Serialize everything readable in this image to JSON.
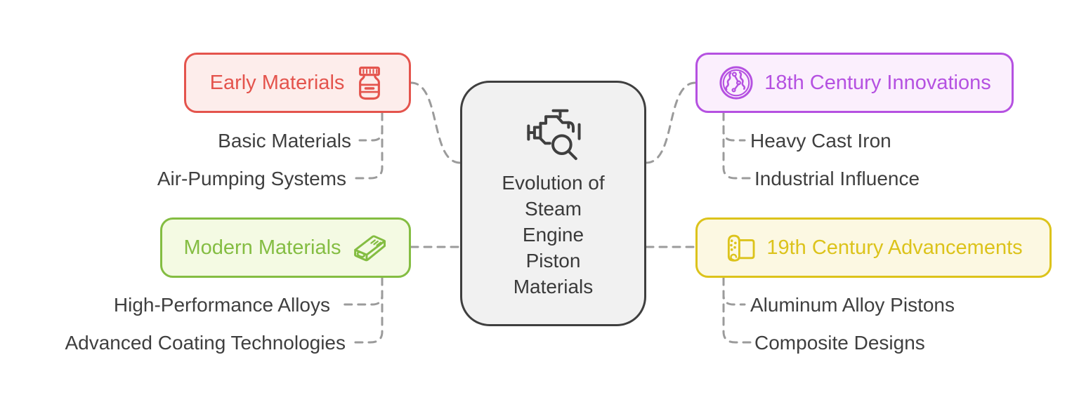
{
  "diagram": {
    "type": "mindmap",
    "connector_color": "#9b9b9b",
    "connector_style": "dashed"
  },
  "center": {
    "label": "Evolution of\nSteam\nEngine\nPiston\nMaterials",
    "icon": "engine-diagnostics-icon",
    "colors": {
      "background": "#f1f1f1",
      "border": "#3f3f3f",
      "text": "#3a3a3a"
    }
  },
  "branches": {
    "early": {
      "label": "Early Materials",
      "icon": "material-jar-icon",
      "colors": {
        "accent": "#e4544d",
        "background": "#fdedeb"
      },
      "children": {
        "c1": "Basic Materials",
        "c2": "Air-Pumping Systems"
      }
    },
    "innovations": {
      "label": "18th Century Innovations",
      "icon": "microbe-innovation-icon",
      "colors": {
        "accent": "#b551e1",
        "background": "#fbeffd"
      },
      "children": {
        "c1": "Heavy Cast Iron",
        "c2": "Industrial Influence"
      }
    },
    "modern": {
      "label": "Modern Materials",
      "icon": "metal-ingot-icon",
      "colors": {
        "accent": "#84bd42",
        "background": "#f4fae3"
      },
      "children": {
        "c1": "High-Performance Alloys",
        "c2": "Advanced Coating Technologies"
      }
    },
    "advancements": {
      "label": "19th Century Advancements",
      "icon": "material-roll-icon",
      "colors": {
        "accent": "#dcc31b",
        "background": "#fcf8e2"
      },
      "children": {
        "c1": "Aluminum Alloy Pistons",
        "c2": "Composite Designs"
      }
    }
  }
}
